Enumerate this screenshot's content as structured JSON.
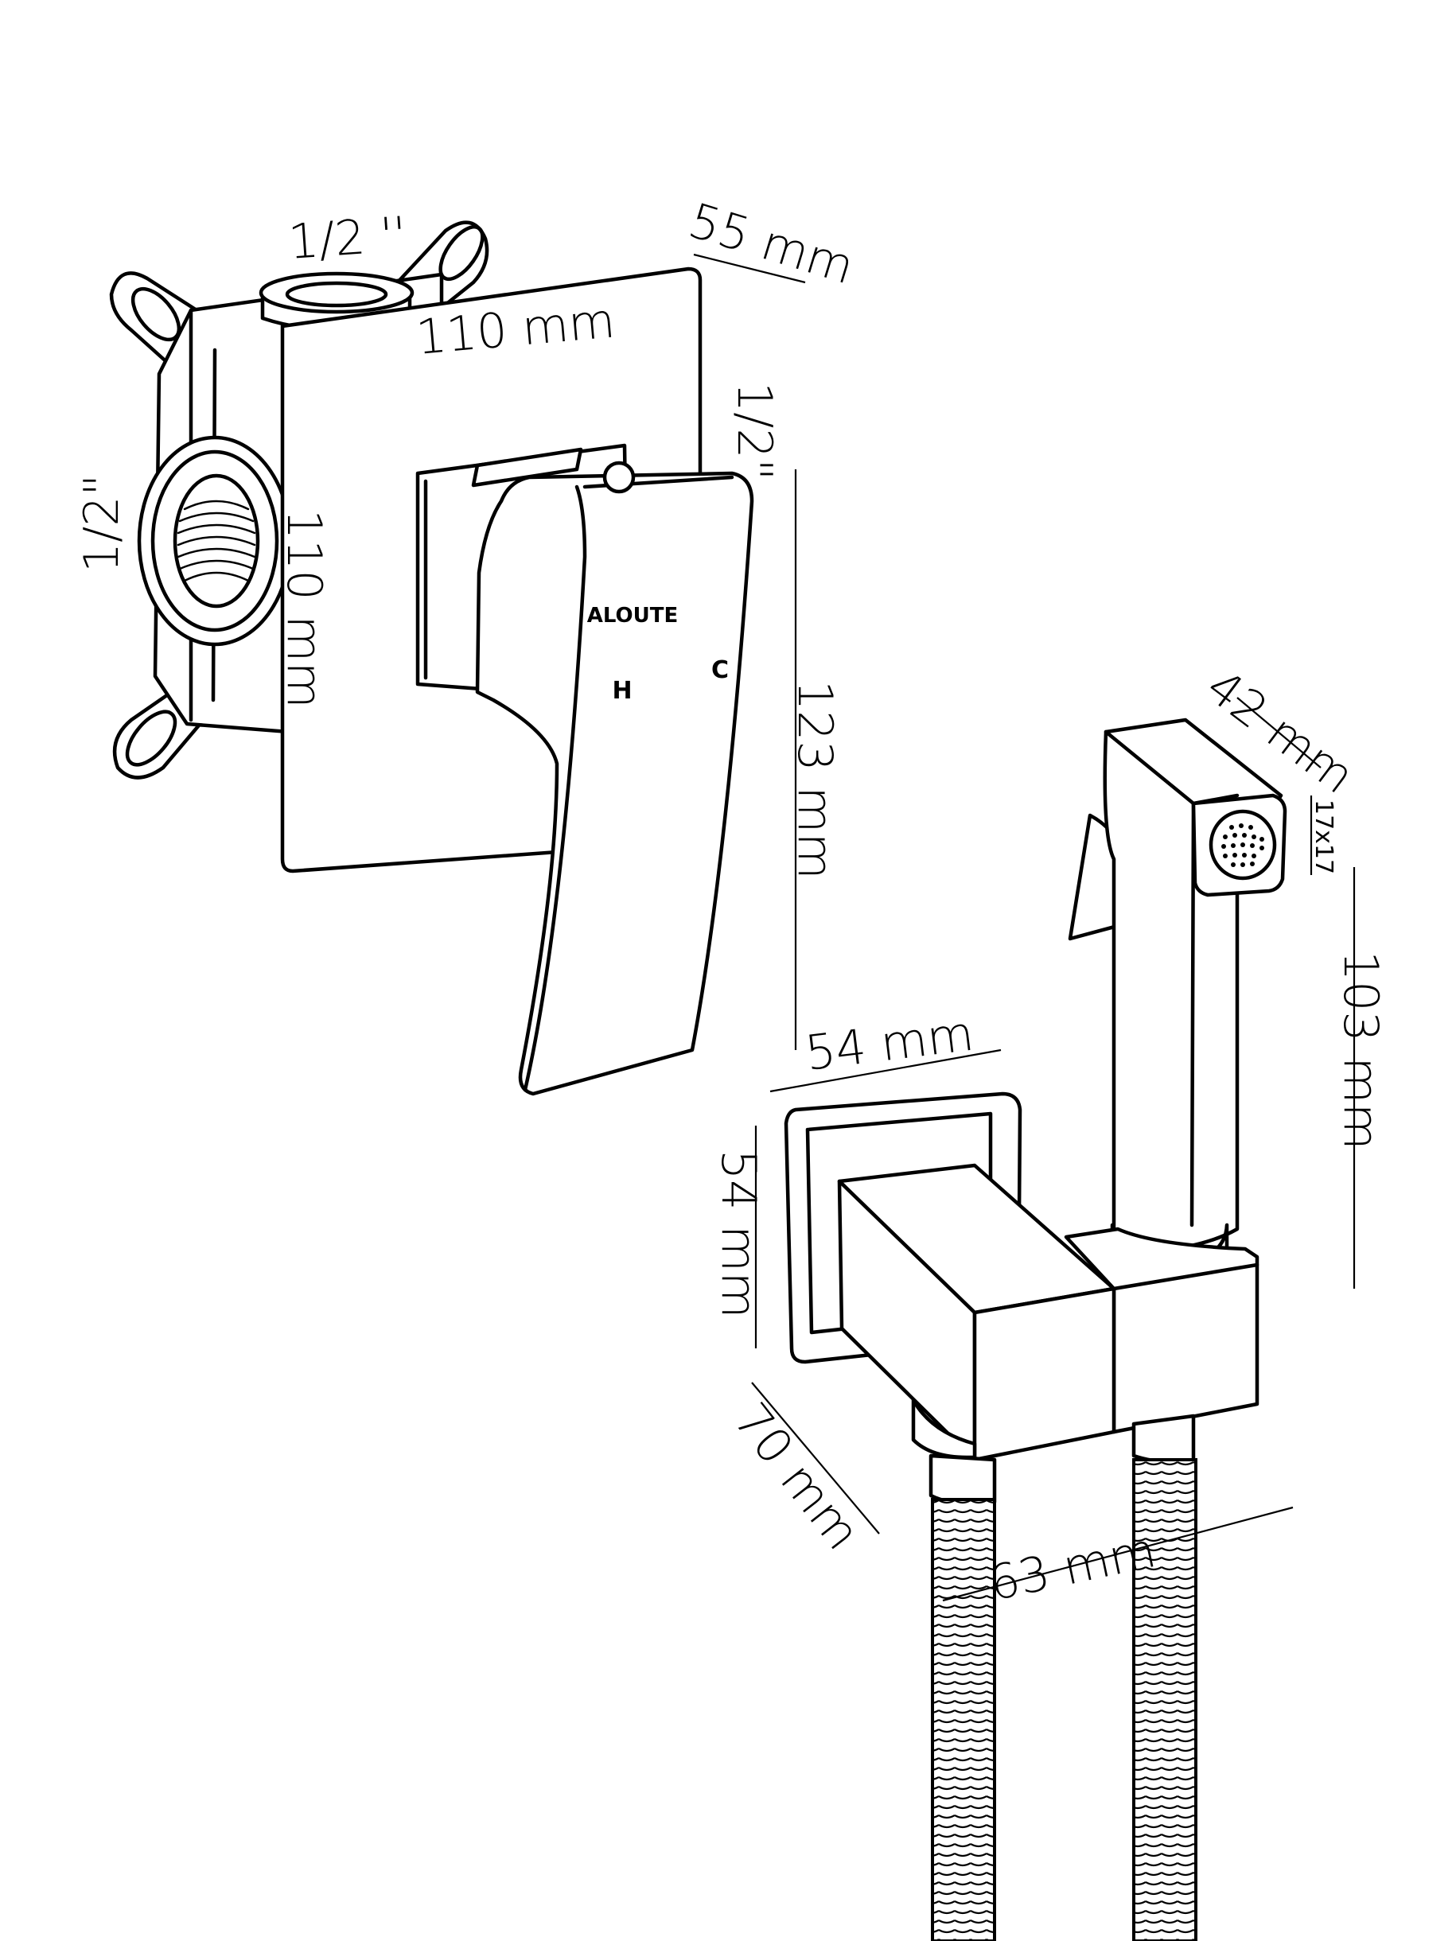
{
  "labels": {
    "valve_top_thread": "1/2 ''",
    "valve_depth": "55 mm",
    "plate_width": "110 mm",
    "right_thread": "1/2\"",
    "left_thread": "1/2\"",
    "plate_height": "110 mm",
    "handle_height": "123 mm",
    "sprayer_width": "42 mm",
    "sprayer_face": "17x17",
    "sprayer_height": "103 mm",
    "holder_width": "54 mm",
    "holder_height": "54 mm",
    "holder_depth": "70 mm",
    "hose_spacing": "63 mm"
  },
  "markings": {
    "brand": "ALOUTE",
    "hot": "H",
    "cold": "C"
  },
  "colors": {
    "line": "#000000",
    "background": "#ffffff"
  }
}
